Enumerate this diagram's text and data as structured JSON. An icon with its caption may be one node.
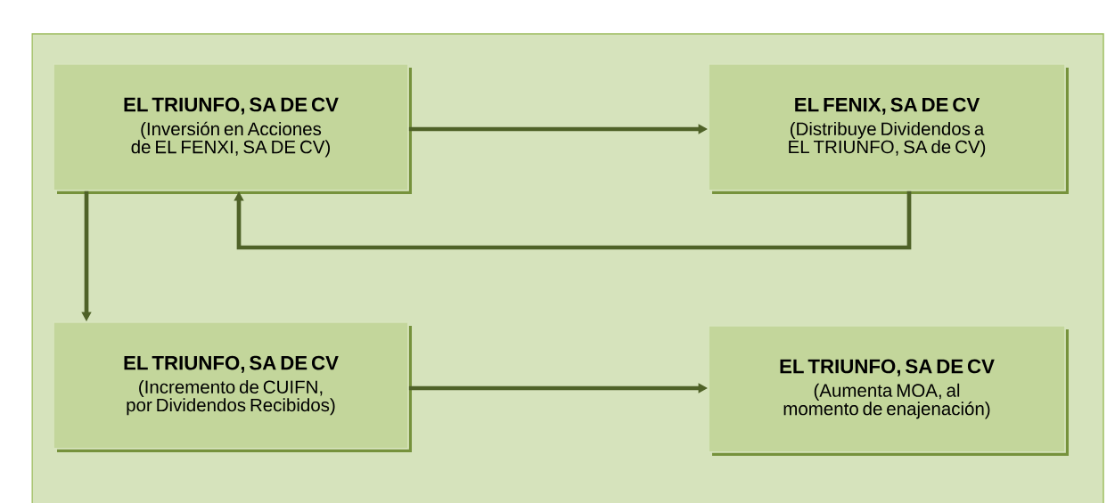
{
  "diagram": {
    "nodes": [
      {
        "text": [
          "EL TRIUNFO, SA DE CV",
          "(Inversión en Acciones de EL FENXI, SA DE CV)"
        ]
      },
      {
        "text": [
          "EL FENIX, SA DE CV",
          "(Distribuye Dividendos a EL TRIUNFO, SA de CV)"
        ]
      },
      {
        "text": [
          "EL TRIUNFO, SA DE CV",
          "(Incremento de CUIFN, por Dividendos Recibidos)"
        ]
      },
      {
        "text": [
          "EL TRIUNFO, SA DE CV",
          "(Aumenta MOA, al momento de enajenación)"
        ]
      }
    ],
    "edges": [
      {
        "from": 0,
        "to": 1,
        "arrow": "to"
      },
      {
        "from": 1,
        "to": 0,
        "arrow": "to"
      },
      {
        "from": 0,
        "to": 2,
        "arrow": "to"
      },
      {
        "from": 2,
        "to": 3,
        "arrow": "to"
      }
    ]
  }
}
